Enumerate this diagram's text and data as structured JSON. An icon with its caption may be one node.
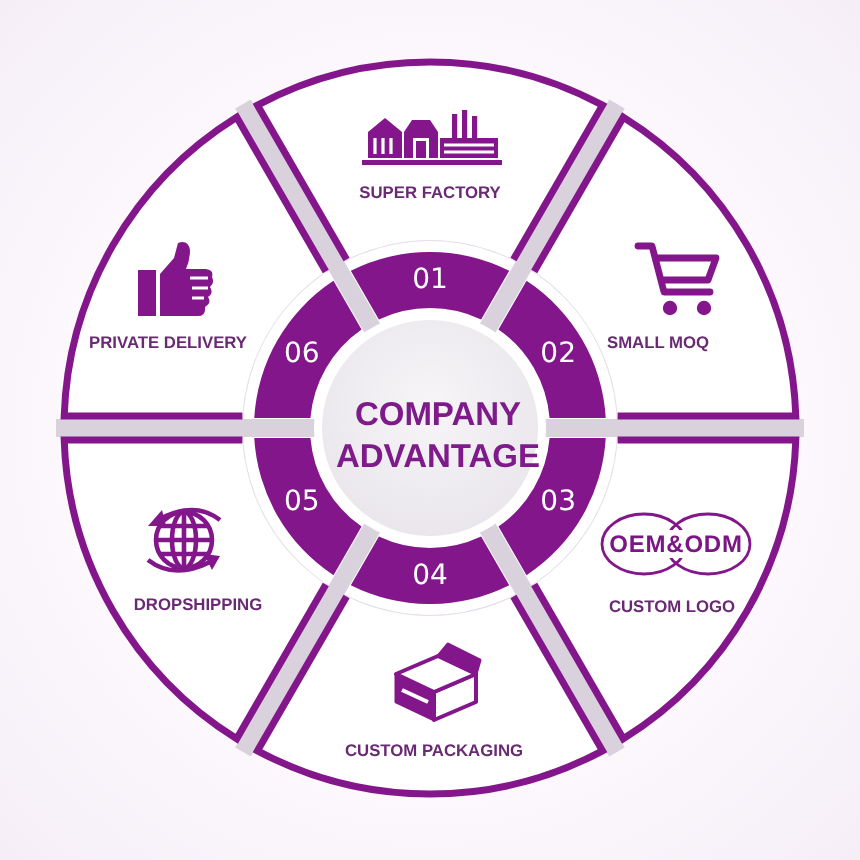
{
  "diagram": {
    "nodes": [
      {
        "text": [
          "COMPANY ADVANTAGE"
        ]
      },
      {
        "text": [
          "01"
        ]
      },
      {
        "text": [
          "02"
        ]
      },
      {
        "text": [
          "03"
        ]
      },
      {
        "text": [
          "04"
        ]
      },
      {
        "text": [
          "05"
        ]
      },
      {
        "text": [
          "06"
        ]
      },
      {
        "text": [
          "SUPER FACTORY"
        ]
      },
      {
        "text": [
          "SMALL MOQ"
        ]
      },
      {
        "text": [
          "OEM&ODM",
          "CUSTOM LOGO"
        ]
      },
      {
        "text": [
          "CUSTOM PACKAGING"
        ]
      },
      {
        "text": [
          "DROPSHIPPING"
        ]
      },
      {
        "text": [
          "PRIVATE DELIVERY"
        ]
      }
    ]
  }
}
